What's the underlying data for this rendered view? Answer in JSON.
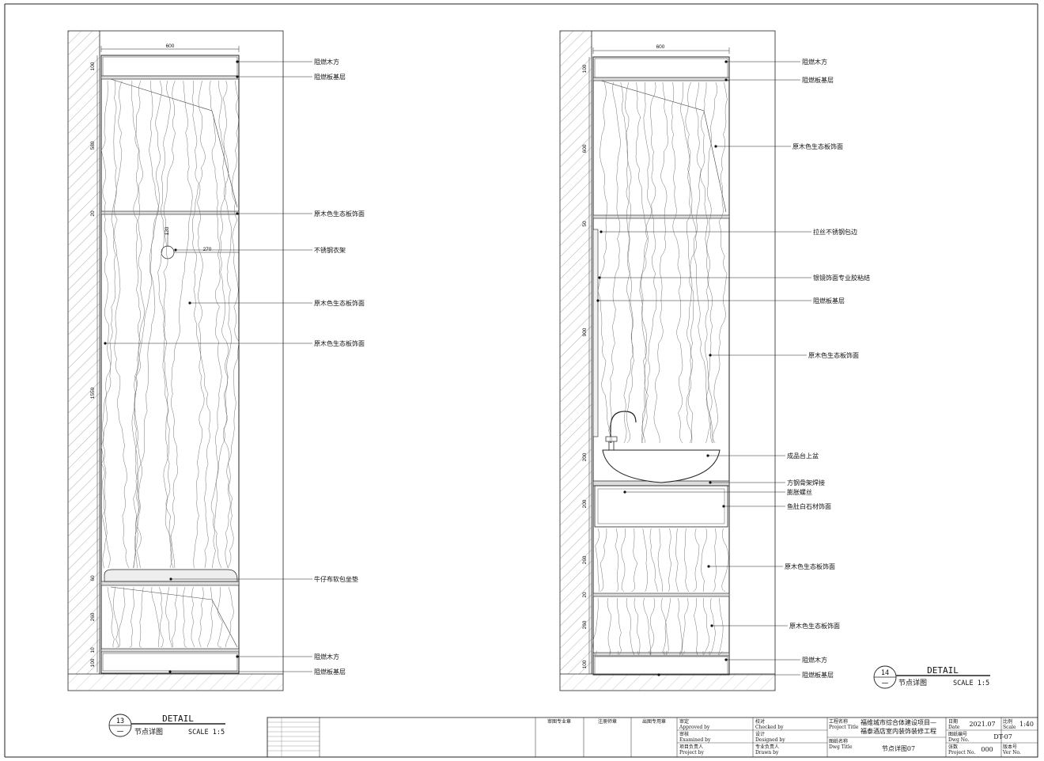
{
  "left_detail": {
    "width_dim": "600",
    "vertical_dims": [
      "100",
      "580",
      "20",
      "1550",
      "60",
      "260",
      "10",
      "100"
    ],
    "hanger_dims": [
      "130",
      "270"
    ],
    "callouts": [
      "阻燃木方",
      "阻燃板基层",
      "原木色生态板饰面",
      "不锈钢衣架",
      "原木色生态板饰面",
      "原木色生态板饰面",
      "牛仔布软包坐垫",
      "阻燃木方",
      "阻燃板基层"
    ],
    "title": {
      "number": "13",
      "sub": "一",
      "heading": "DETAIL",
      "name": "节点详图",
      "scale": "SCALE 1:5"
    }
  },
  "right_detail": {
    "width_dim": "600",
    "vertical_dims": [
      "100",
      "600",
      "50",
      "900",
      "200",
      "200",
      "260",
      "20",
      "260",
      "100"
    ],
    "callouts": [
      "阻燃木方",
      "阻燃板基层",
      "原木色生态板饰面",
      "拉丝不锈钢包边",
      "银镜饰面专业胶粘结",
      "阻燃板基层",
      "原木色生态板饰面",
      "成品台上盆",
      "方钢骨架焊接",
      "膨胀螺丝",
      "鱼肚白石材饰面",
      "原木色生态板饰面",
      "原木色生态板饰面",
      "阻燃木方",
      "阻燃板基层"
    ],
    "title": {
      "number": "14",
      "sub": "一",
      "heading": "DETAIL",
      "name": "节点详图",
      "scale": "SCALE 1:5"
    }
  },
  "title_block": {
    "stamps": [
      "审图专业章",
      "注册师章",
      "出图专用章"
    ],
    "roles": [
      {
        "cn": "审定",
        "en": "Approved by"
      },
      {
        "cn": "审核",
        "en": "Examined by"
      },
      {
        "cn": "项目负责人",
        "en": "Project by"
      }
    ],
    "roles2": [
      {
        "cn": "校对",
        "en": "Checked by"
      },
      {
        "cn": "设计",
        "en": "Designed by"
      },
      {
        "cn": "专业负责人",
        "en": "Drawn by"
      }
    ],
    "project_label_cn": "工程名称",
    "project_label_en": "Project Title",
    "project_line1": "福维城市综合体建设项目—",
    "project_line2": "福泰酒店室内装饰装修工程",
    "drawing_label_cn": "图纸名称",
    "drawing_label_en": "Dwg Title",
    "drawing_name": "节点详图07",
    "date_label_cn": "日期",
    "date_label_en": "Date",
    "date": "2021.07",
    "scale_label_cn": "比例",
    "scale_label_en": "Scale",
    "scale": "1:40",
    "dwgno_label_cn": "图纸编号",
    "dwgno_label_en": "Dwg No.",
    "dwg_no": "DT-07",
    "sheets_label_cn": "张数",
    "sheets_label_en": "Project No.",
    "sheets": "000",
    "ver_label_cn": "版本号",
    "ver_label_en": "Ver No."
  }
}
